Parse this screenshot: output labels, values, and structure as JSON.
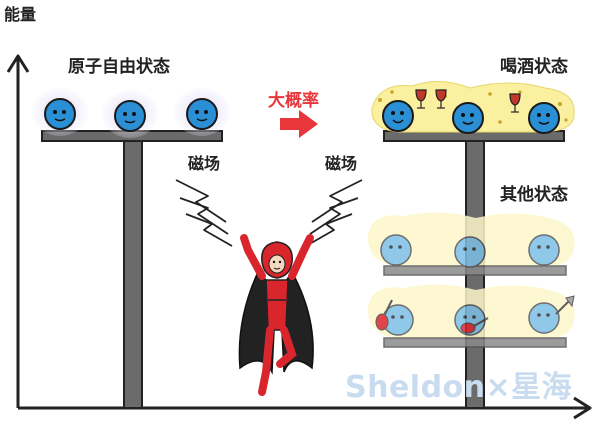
{
  "axis": {
    "y_label": "能量"
  },
  "states": {
    "free_atom": "原子自由状态",
    "drinking": "喝酒状态",
    "other": "其他状态"
  },
  "arrow_label": "大概率",
  "magnet_labels": [
    "磁场",
    "磁场"
  ],
  "watermark": "Sheldon×星海",
  "colors": {
    "atom_fill": "#2a8fd4",
    "atom_fill_faded": "#7cbfe6",
    "glow_free": "#dcd6f2",
    "glow_drink": "#fbf0a0",
    "glow_other": "#fdf7c9",
    "shelf": "#666666",
    "hero_red": "#d9262c",
    "cape": "#222222",
    "accent_red": "#e8363a"
  }
}
